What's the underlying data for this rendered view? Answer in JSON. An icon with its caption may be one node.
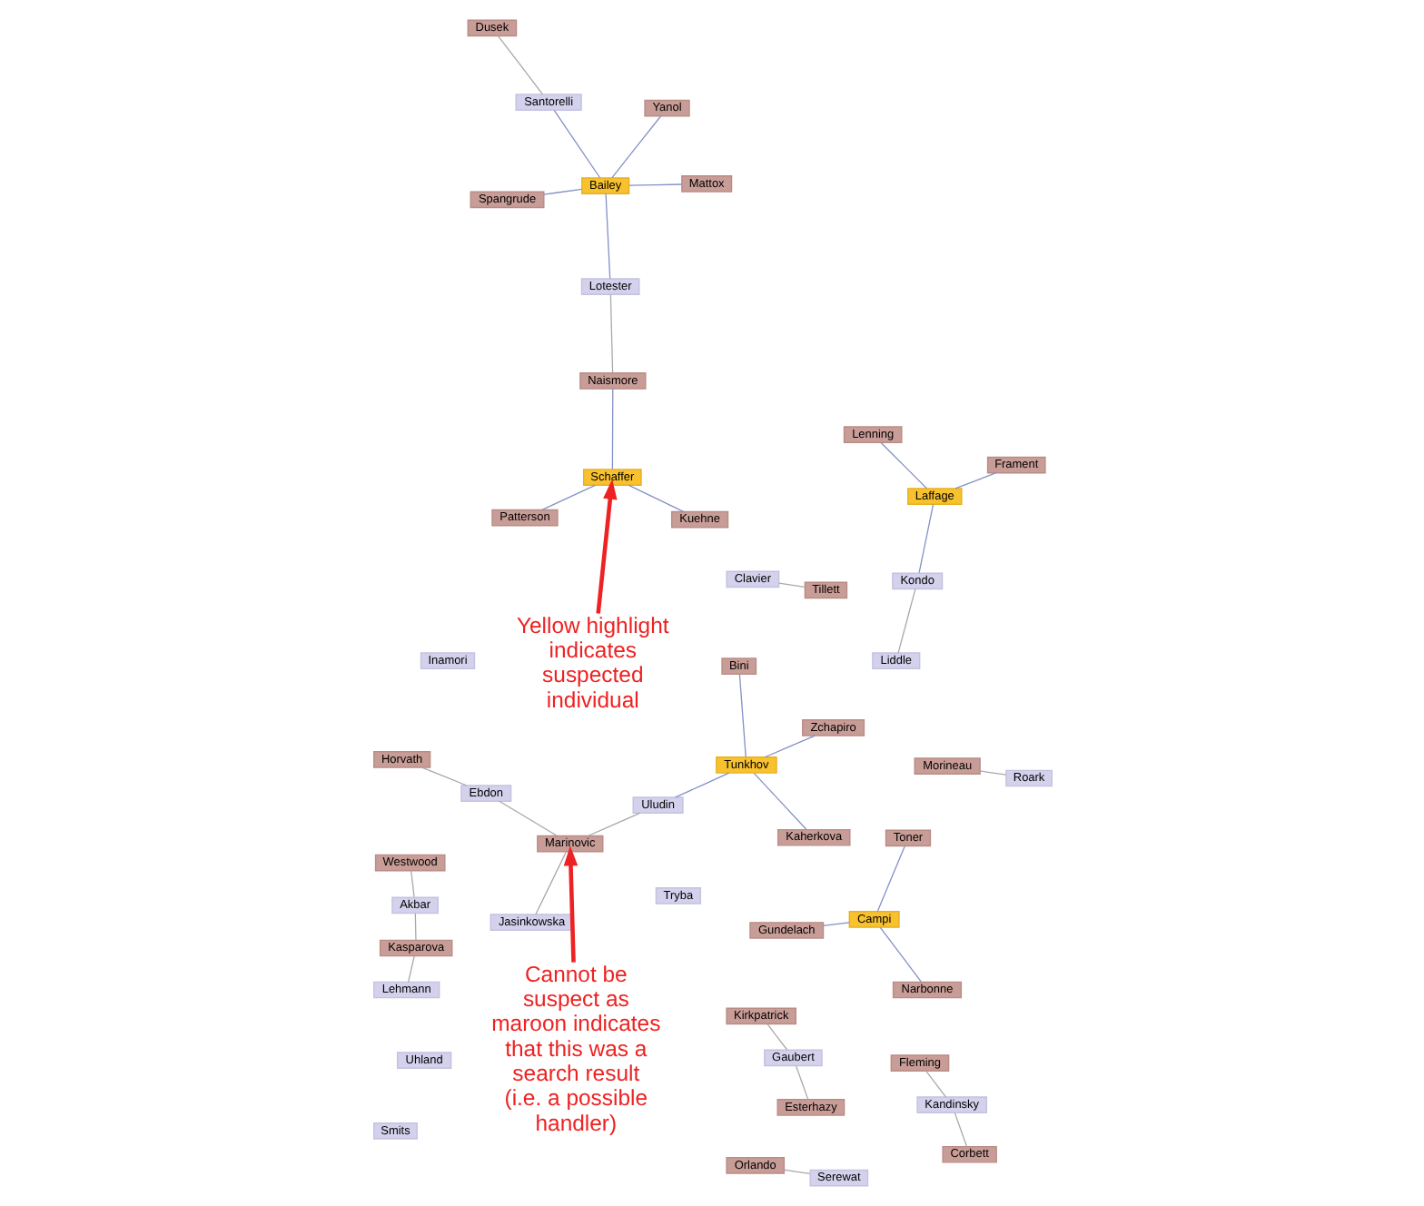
{
  "diagram": {
    "nodes": [
      {
        "text": [
          "Liddle"
        ]
      },
      {
        "text": [
          "Kondo"
        ]
      },
      {
        "text": [
          "Laffage"
        ]
      },
      {
        "text": [
          "Lenning"
        ]
      },
      {
        "text": [
          "Frament"
        ]
      },
      {
        "text": [
          "Morineau"
        ]
      },
      {
        "text": [
          "Roark"
        ]
      },
      {
        "text": [
          "Kirkpatrick"
        ]
      },
      {
        "text": [
          "Gaubert"
        ]
      },
      {
        "text": [
          "Esterhazy"
        ]
      },
      {
        "text": [
          "Gundelach"
        ]
      },
      {
        "text": [
          "Campi"
        ]
      },
      {
        "text": [
          "Narbonne"
        ]
      },
      {
        "text": [
          "Toner"
        ]
      },
      {
        "text": [
          "Clavier"
        ]
      },
      {
        "text": [
          "Tillett"
        ]
      },
      {
        "text": [
          "Fleming"
        ]
      },
      {
        "text": [
          "Kandinsky"
        ]
      },
      {
        "text": [
          "Corbett"
        ]
      },
      {
        "text": [
          "Horvath"
        ]
      },
      {
        "text": [
          "Ebdon"
        ]
      },
      {
        "text": [
          "Spangrude"
        ]
      },
      {
        "text": [
          "Mattox"
        ]
      },
      {
        "text": [
          "Dusek"
        ]
      },
      {
        "text": [
          "Santorelli"
        ]
      },
      {
        "text": [
          "Bailey"
        ]
      },
      {
        "text": [
          "Yanol"
        ]
      },
      {
        "text": [
          "Tryba"
        ]
      },
      {
        "text": [
          "Inamori"
        ]
      },
      {
        "text": [
          "Marinovic"
        ]
      },
      {
        "text": [
          "Uludin"
        ]
      },
      {
        "text": [
          "Bini"
        ]
      },
      {
        "text": [
          "Tunkhov"
        ]
      },
      {
        "text": [
          "Jasinkowska"
        ]
      },
      {
        "text": [
          "Zchapiro"
        ]
      },
      {
        "text": [
          "Kaherkova"
        ]
      },
      {
        "text": [
          "Uhland"
        ]
      },
      {
        "text": [
          "Smits"
        ]
      },
      {
        "text": [
          "Lotester"
        ]
      },
      {
        "text": [
          "Naismore"
        ]
      },
      {
        "text": [
          "Yellow highlight indicates suspected individual"
        ]
      },
      {
        "text": [
          "Schaffer"
        ]
      },
      {
        "text": [
          "Kuehne"
        ]
      },
      {
        "text": [
          "Patterson"
        ]
      },
      {
        "text": [
          "Cannot be suspect as maroon indicates that this was a search result (i.e. a possible handler)"
        ]
      },
      {
        "text": [
          "Orlando"
        ]
      },
      {
        "text": [
          "Serewat"
        ]
      },
      {
        "text": [
          "Lehmann"
        ]
      },
      {
        "text": [
          "Kasparova"
        ]
      },
      {
        "text": [
          "Akbar"
        ]
      },
      {
        "text": [
          "Westwood"
        ]
      }
    ],
    "edges": [
      {
        "from": 0,
        "to": 1,
        "arrow": "none",
        "color": "#a8a8a8"
      },
      {
        "from": 1,
        "to": 2,
        "arrow": "none"
      },
      {
        "from": 2,
        "to": 3,
        "arrow": "none"
      },
      {
        "from": 2,
        "to": 4,
        "arrow": "none"
      },
      {
        "from": 5,
        "to": 6,
        "arrow": "none",
        "color": "#a8a8a8"
      },
      {
        "from": 7,
        "to": 8,
        "arrow": "none",
        "color": "#a8a8a8"
      },
      {
        "from": 8,
        "to": 9,
        "arrow": "none",
        "color": "#a8a8a8"
      },
      {
        "from": 11,
        "to": 10,
        "arrow": "none"
      },
      {
        "from": 11,
        "to": 12,
        "arrow": "none"
      },
      {
        "from": 11,
        "to": 13,
        "arrow": "none"
      },
      {
        "from": 14,
        "to": 15,
        "arrow": "none",
        "color": "#a8a8a8"
      },
      {
        "from": 16,
        "to": 17,
        "arrow": "none",
        "color": "#a8a8a8"
      },
      {
        "from": 17,
        "to": 18,
        "arrow": "none",
        "color": "#a8a8a8"
      },
      {
        "from": 19,
        "to": 20,
        "arrow": "none",
        "color": "#a8a8a8"
      },
      {
        "from": 20,
        "to": 29,
        "arrow": "none",
        "color": "#a8a8a8"
      },
      {
        "from": 25,
        "to": 21,
        "arrow": "none"
      },
      {
        "from": 25,
        "to": 22,
        "arrow": "none"
      },
      {
        "from": 25,
        "to": 24,
        "arrow": "none"
      },
      {
        "from": 24,
        "to": 23,
        "arrow": "none",
        "color": "#a8a8a8"
      },
      {
        "from": 25,
        "to": 26,
        "arrow": "none"
      },
      {
        "from": 25,
        "to": 38,
        "arrow": "none"
      },
      {
        "from": 38,
        "to": 39,
        "arrow": "none",
        "color": "#a8a8a8"
      },
      {
        "from": 39,
        "to": 41,
        "arrow": "none"
      },
      {
        "from": 41,
        "to": 42,
        "arrow": "none"
      },
      {
        "from": 41,
        "to": 43,
        "arrow": "none"
      },
      {
        "from": 29,
        "to": 33,
        "arrow": "none",
        "color": "#a8a8a8"
      },
      {
        "from": 29,
        "to": 30,
        "arrow": "none",
        "color": "#a8a8a8"
      },
      {
        "from": 30,
        "to": 32,
        "arrow": "none"
      },
      {
        "from": 32,
        "to": 31,
        "arrow": "none"
      },
      {
        "from": 32,
        "to": 34,
        "arrow": "none"
      },
      {
        "from": 32,
        "to": 35,
        "arrow": "none"
      },
      {
        "from": 45,
        "to": 46,
        "arrow": "none",
        "color": "#a8a8a8"
      },
      {
        "from": 47,
        "to": 48,
        "arrow": "none",
        "color": "#a8a8a8"
      },
      {
        "from": 48,
        "to": 49,
        "arrow": "none",
        "color": "#a8a8a8"
      },
      {
        "from": 49,
        "to": 50,
        "arrow": "none",
        "color": "#a8a8a8"
      },
      {
        "from": 40,
        "to": 41,
        "arrow": "to",
        "style": "thick",
        "color": "#ee2222"
      },
      {
        "from": 44,
        "to": 29,
        "arrow": "to",
        "style": "thick",
        "color": "#ee2222"
      }
    ]
  }
}
